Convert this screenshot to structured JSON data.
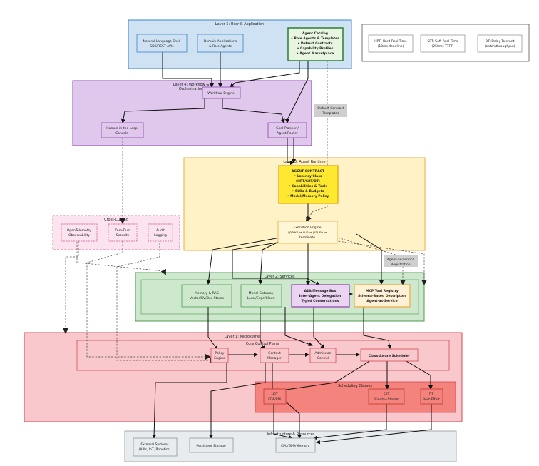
{
  "layers": {
    "l5": "Layer 5: User & Application",
    "l4": [
      "Layer 4: Workflow &",
      "Orchestration"
    ],
    "l3": "Layer 3: Agent Runtime",
    "l2": "Layer 2: Services",
    "l1": "Layer 1: Microkernel",
    "core": "Core Control Plane",
    "sched": "Scheduling Classes",
    "infra": "Infrastructure & Resources",
    "cross": "Cross-Cutting"
  },
  "legend": {
    "hrt": [
      "HRT: Hard Real-Time",
      "(10ms deadline)"
    ],
    "srt": [
      "SRT: Soft Real-Time",
      "(250ms TTFT)"
    ],
    "dt": [
      "DT: Delay-Tolerant",
      "(batch/throughput)"
    ]
  },
  "nodes": {
    "nl_shell": [
      "Natural Language Shell",
      "SDK/REST APIs"
    ],
    "domain_apps": [
      "Domain Applications",
      "& Role Agents"
    ],
    "agent_catalog": [
      "Agent Catalog",
      "• Role Agents & Templates",
      "• Default Contracts",
      "• Capability Profiles",
      "• Agent Marketplace"
    ],
    "workflow_engine": [
      "Workflow Engine"
    ],
    "hitl": [
      "Human-in-the-Loop",
      "Console"
    ],
    "goal_planner": [
      "Goal Planner /",
      "Agent Router"
    ],
    "agent_contract": [
      "AGENT CONTRACT",
      "• Latency Class",
      "(HRT/SRT/DT)",
      "• Capabilities & Tools",
      "• SLOs & Budgets",
      "• Model/Memory Policy"
    ],
    "exec_engine": [
      "Execution Engine",
      "spawn → run → pause →",
      "terminate"
    ],
    "otel": [
      "OpenTelemetry",
      "Observability"
    ],
    "zero_trust": [
      "Zero-Trust",
      "Security"
    ],
    "audit": [
      "Audit",
      "Logging"
    ],
    "memory_rag": [
      "Memory & RAG",
      "Vector/KV/Doc Stores"
    ],
    "model_gateway": [
      "Model Gateway",
      "Local/Edge/Cloud"
    ],
    "a2a_bus": [
      "A2A Message Bus",
      "Inter-Agent Delegation",
      "Typed Conversations"
    ],
    "mcp_registry": [
      "MCP Tool Registry",
      "Schema-Based Descriptors",
      "Agent-as-Service"
    ],
    "policy_engine": [
      "Policy",
      "Engine"
    ],
    "context_manager": [
      "Context",
      "Manager"
    ],
    "admission_control": [
      "Admission",
      "Control"
    ],
    "class_scheduler": [
      "Class-Aware Scheduler"
    ],
    "hrt_box": [
      "HRT",
      "EDF/RM"
    ],
    "srt_box": [
      "SRT",
      "Priority+Stream"
    ],
    "dt_box": [
      "DT",
      "Best-Effort"
    ],
    "external": [
      "External Systems",
      "(APIs, IoT, Robotics)"
    ],
    "storage": [
      "Persistent Storage"
    ],
    "cpu": [
      "CPU/GPU/Memory"
    ]
  },
  "edge_labels": {
    "default_contract": [
      "Default Contract",
      "Templates"
    ],
    "agent_service": [
      "Agent-as-Service",
      "Registration"
    ]
  },
  "colors": {
    "l5_fill": "#cfe2f3",
    "l5_stroke": "#3d85c6",
    "l4_fill": "#e0c8ec",
    "l4_stroke": "#8e44ad",
    "l3_fill": "#fff2c6",
    "l3_stroke": "#f1a93a",
    "l2_fill": "#cde8cd",
    "l2_stroke": "#4f9a4f",
    "l1_fill": "#f8c8cc",
    "l1_stroke": "#d84a55",
    "sched_fill": "#f4837d",
    "infra_fill": "#e8ecef",
    "infra_stroke": "#8c969e",
    "contract_fill": "#ffe930",
    "catalog_stroke": "#2f7d32"
  }
}
